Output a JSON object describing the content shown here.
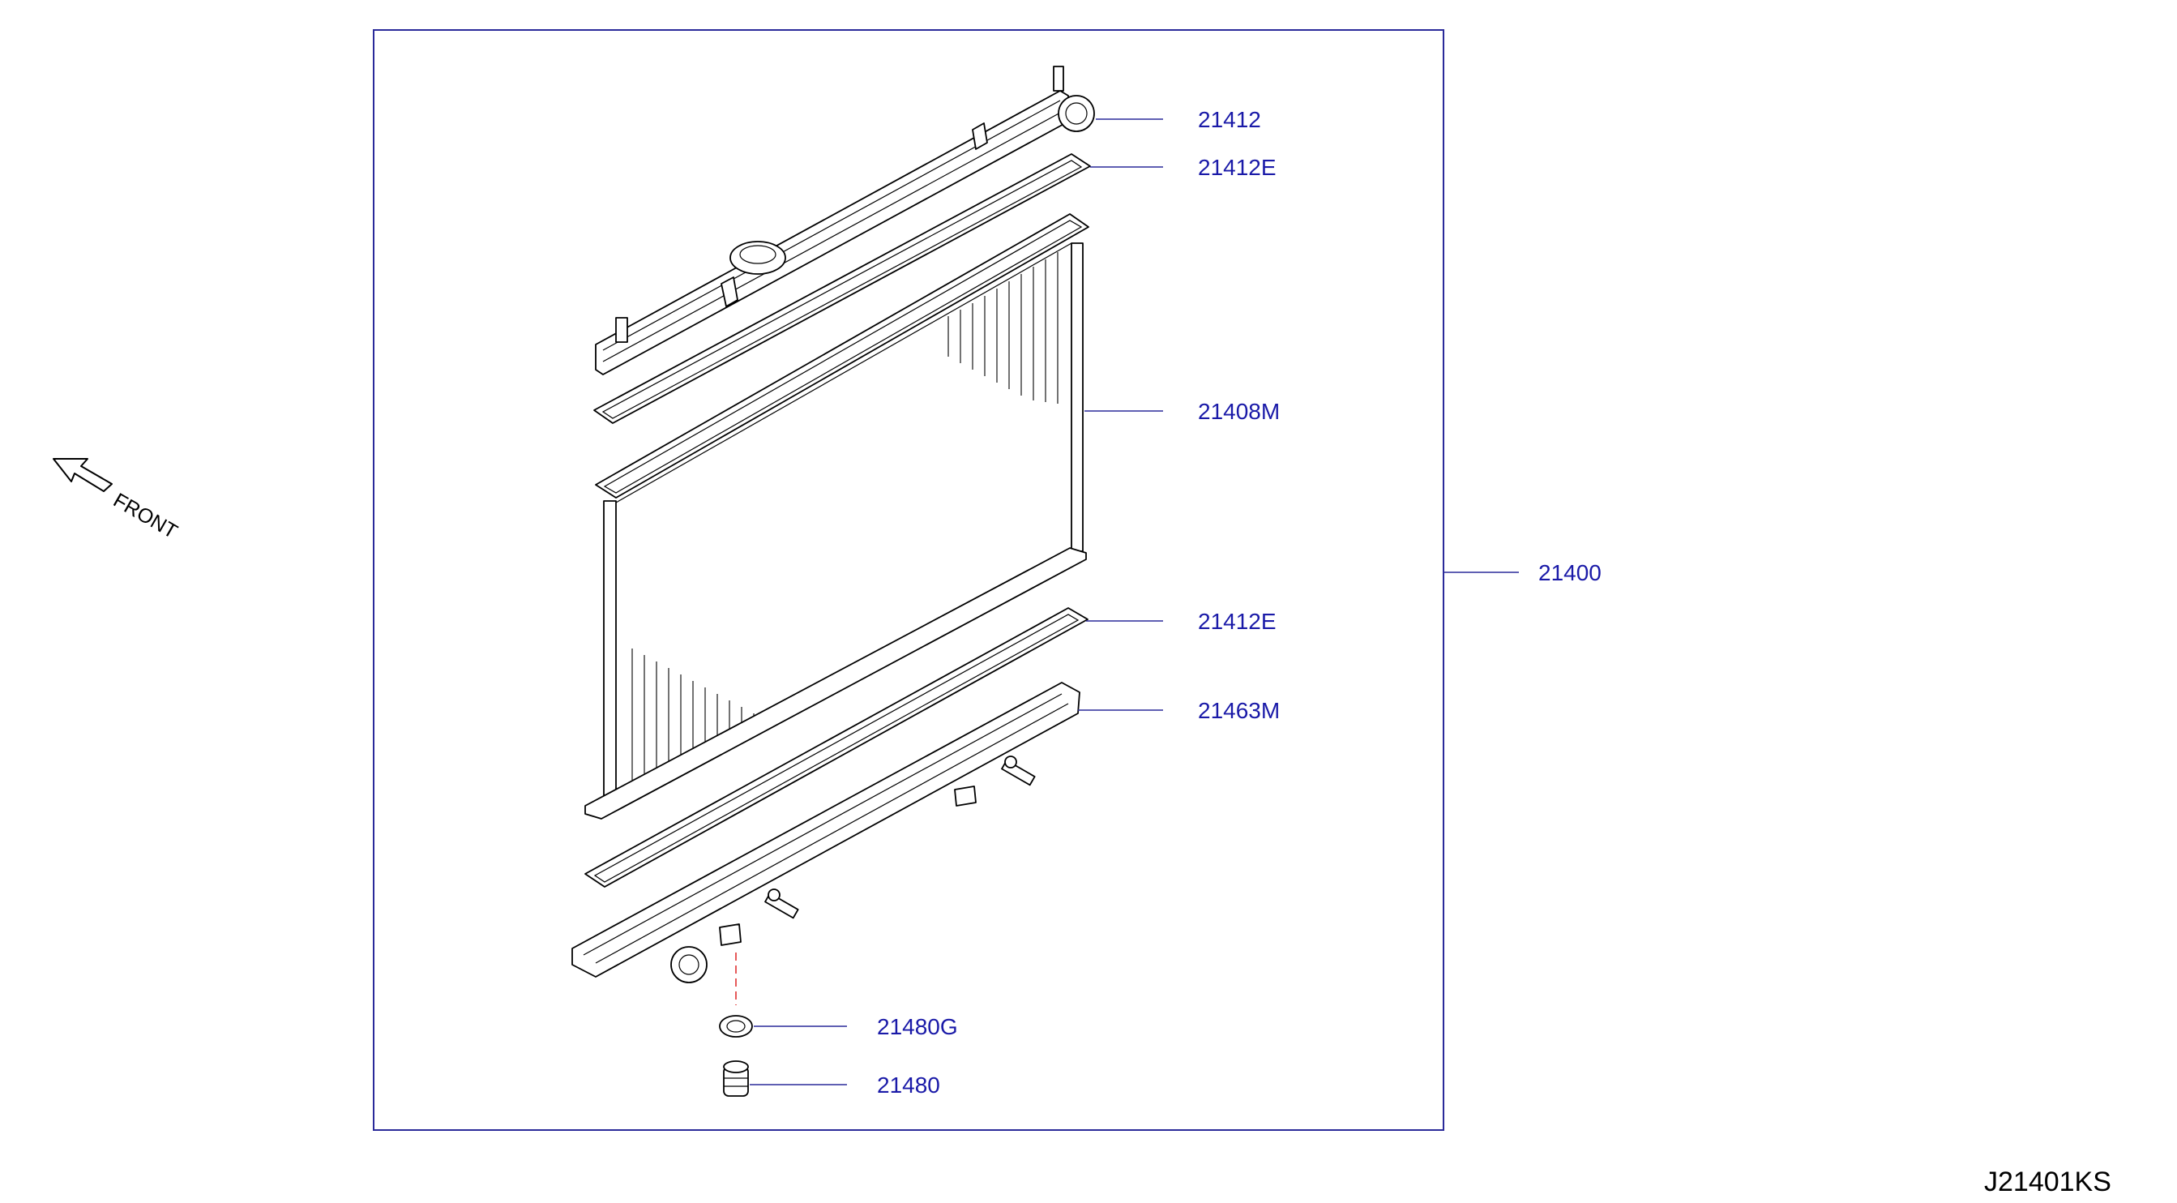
{
  "diagram": {
    "parts": [
      {
        "id": "p1",
        "number": "21412"
      },
      {
        "id": "p2",
        "number": "21412E"
      },
      {
        "id": "p3",
        "number": "21408M"
      },
      {
        "id": "p4",
        "number": "21400"
      },
      {
        "id": "p5",
        "number": "21412E"
      },
      {
        "id": "p6",
        "number": "21463M"
      },
      {
        "id": "p7",
        "number": "21480G"
      },
      {
        "id": "p8",
        "number": "21480"
      }
    ],
    "direction_label": "FRONT",
    "drawing_code": "J21401KS"
  },
  "colors": {
    "frame": "#2a2a9a",
    "label_text": "#1a1aa8",
    "hidden_line": "#e03030",
    "drawing": "#000000"
  }
}
